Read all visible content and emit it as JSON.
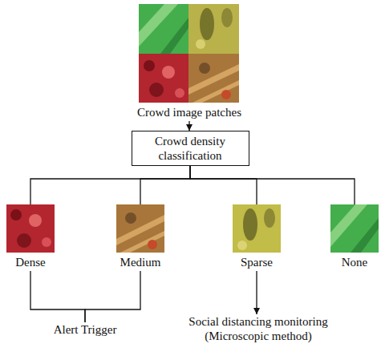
{
  "diagram": {
    "nodes": [
      {
        "text": [
          "Crowd image patches"
        ]
      },
      {
        "text": [
          "Crowd density classification"
        ]
      },
      {
        "text": [
          "Dense"
        ]
      },
      {
        "text": [
          "Medium"
        ]
      },
      {
        "text": [
          "Sparse"
        ]
      },
      {
        "text": [
          "None"
        ]
      },
      {
        "text": [
          "Alert Trigger"
        ]
      },
      {
        "text": [
          "Social distancing monitoring (Microscopic method)"
        ]
      }
    ],
    "edges": [
      {
        "from": 0,
        "to": 1,
        "arrow": "to"
      },
      {
        "from": 1,
        "to": 2,
        "arrow": "none"
      },
      {
        "from": 1,
        "to": 3,
        "arrow": "none"
      },
      {
        "from": 1,
        "to": 4,
        "arrow": "none"
      },
      {
        "from": 1,
        "to": 5,
        "arrow": "none"
      },
      {
        "from": 2,
        "to": 6,
        "arrow": "none"
      },
      {
        "from": 3,
        "to": 6,
        "arrow": "none"
      },
      {
        "from": 4,
        "to": 7,
        "arrow": "to"
      }
    ]
  }
}
